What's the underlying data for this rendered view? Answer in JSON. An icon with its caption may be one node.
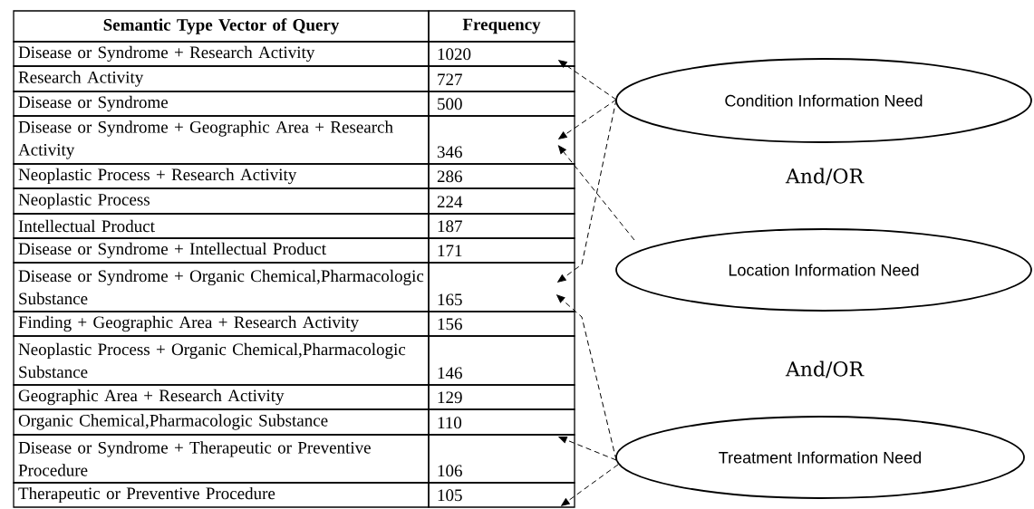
{
  "diagram": {
    "nodes": [
      {
        "text": [
          "Semantic Type Vector of Query"
        ]
      },
      {
        "text": [
          "Frequency"
        ]
      },
      {
        "text": [
          "Disease or Syndrome + Research Activity"
        ]
      },
      {
        "text": [
          "1020"
        ]
      },
      {
        "text": [
          "Research Activity"
        ]
      },
      {
        "text": [
          "727"
        ]
      },
      {
        "text": [
          "Disease or Syndrome"
        ]
      },
      {
        "text": [
          "500"
        ]
      },
      {
        "text": [
          "Disease or Syndrome + Geographic Area + Research Activity"
        ]
      },
      {
        "text": [
          "346"
        ]
      },
      {
        "text": [
          "Neoplastic Process + Research Activity"
        ]
      },
      {
        "text": [
          "286"
        ]
      },
      {
        "text": [
          "Neoplastic Process"
        ]
      },
      {
        "text": [
          "224"
        ]
      },
      {
        "text": [
          "Intellectual Product"
        ]
      },
      {
        "text": [
          "187"
        ]
      },
      {
        "text": [
          "Disease or Syndrome + Intellectual Product"
        ]
      },
      {
        "text": [
          "171"
        ]
      },
      {
        "text": [
          "Disease or Syndrome + Organic Chemical,Pharmacologic Substance"
        ]
      },
      {
        "text": [
          "165"
        ]
      },
      {
        "text": [
          "Finding + Geographic Area + Research Activity"
        ]
      },
      {
        "text": [
          "156"
        ]
      },
      {
        "text": [
          "Neoplastic Process + Organic Chemical,Pharmacologic Substance"
        ]
      },
      {
        "text": [
          "146"
        ]
      },
      {
        "text": [
          "Geographic Area + Research Activity"
        ]
      },
      {
        "text": [
          "129"
        ]
      },
      {
        "text": [
          "Organic Chemical,Pharmacologic Substance"
        ]
      },
      {
        "text": [
          "110"
        ]
      },
      {
        "text": [
          "Disease or Syndrome + Therapeutic or Preventive Procedure"
        ]
      },
      {
        "text": [
          "106"
        ]
      },
      {
        "text": [
          "Therapeutic or Preventive Procedure"
        ]
      },
      {
        "text": [
          "105"
        ]
      },
      {
        "text": [
          "Condition Information Need"
        ]
      },
      {
        "text": [
          "Location Information Need"
        ]
      },
      {
        "text": [
          "Treatment Information Need"
        ]
      }
    ],
    "edges": [
      {
        "from": 32,
        "to": 3,
        "arrow": "to",
        "style": "dashed"
      },
      {
        "from": 32,
        "to": 9,
        "arrow": "to",
        "style": "dashed"
      },
      {
        "from": 32,
        "to": 19,
        "arrow": "to",
        "style": "dashed"
      },
      {
        "from": 33,
        "to": 9,
        "arrow": "to",
        "style": "dashed"
      },
      {
        "from": 34,
        "to": 19,
        "arrow": "to",
        "style": "dashed"
      },
      {
        "from": 34,
        "to": 29,
        "arrow": "to",
        "style": "dashed"
      },
      {
        "from": 34,
        "to": 31,
        "arrow": "to",
        "style": "dashed"
      }
    ],
    "labels": [
      "And/OR",
      "And/OR"
    ]
  }
}
